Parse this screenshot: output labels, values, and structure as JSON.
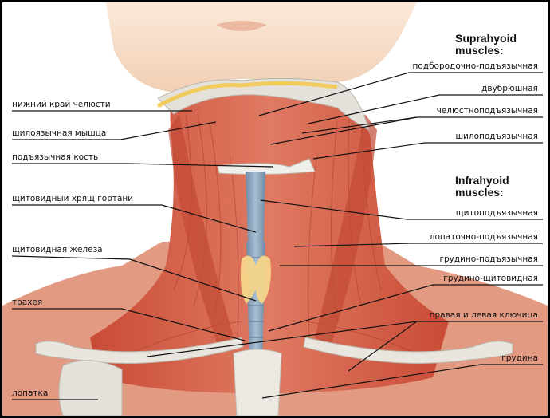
{
  "colors": {
    "skin": "#f6dcc6",
    "muscle": "#d9604a",
    "muscle_dark": "#b8432f",
    "bone": "#e4e1da",
    "cartilage": "#8fa8bf",
    "gland": "#f4d58a",
    "fat": "#f2c94c"
  },
  "headings": {
    "suprahyoid_line1": "Suprahyoid",
    "suprahyoid_line2": "muscles:",
    "infrahyoid_line1": "Infrahyoid",
    "infrahyoid_line2": "muscles:"
  },
  "labels_left": {
    "jaw_edge": "нижний край челюсти",
    "stylohyoid_muscle": "шилоязычная мышца",
    "hyoid_bone": "подъязычная кость",
    "thyroid_cartilage": "щитовидный хрящ гортани",
    "thyroid_gland": "щитовидная железа",
    "trachea": "трахея",
    "scapula": "лопатка"
  },
  "labels_right": {
    "geniohyoid": "подбородочно-подъязычная",
    "digastric": "двубрюшная",
    "mylohyoid": "челюстноподъязычная",
    "stylohyoid": "шилоподъязычная",
    "thyrohyoid": "щитоподъязычная",
    "omohyoid": "лопаточно-подъязычная",
    "sternohyoid": "грудино-подъязычная",
    "sternothyroid": "грудино-щитовидная",
    "clavicles": "правая и левая ключица",
    "sternum": "грудина"
  }
}
